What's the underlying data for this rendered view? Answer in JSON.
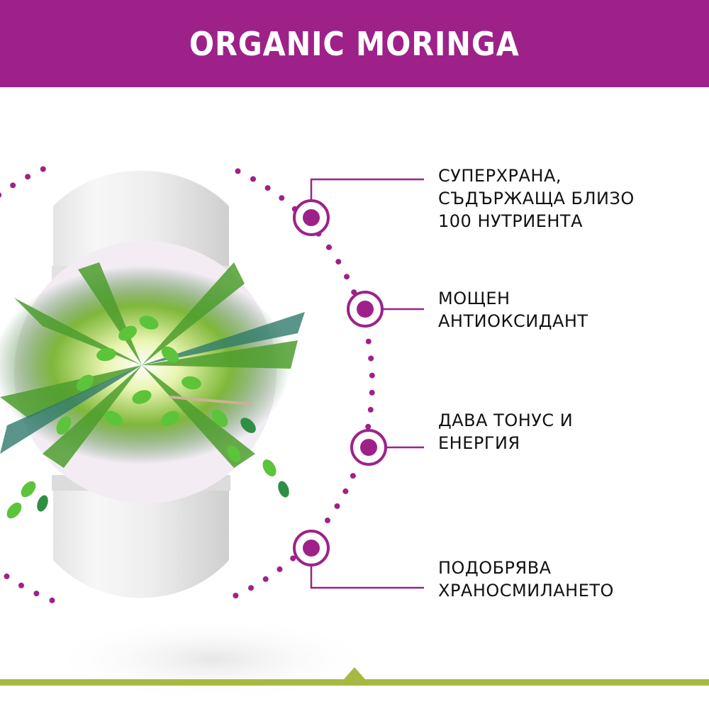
{
  "header": {
    "title": "ORGANIC MORINGA",
    "background_color": "#9e2189"
  },
  "colors": {
    "accent": "#9e2189",
    "ground_line": "#a8b941",
    "text": "#111111"
  },
  "illustration": {
    "capsule": "white-capsule",
    "burst": "moringa-leaves-burst-icon"
  },
  "benefits": [
    {
      "lines": [
        "СУПЕРХРАНА,",
        "СЪДЪРЖАЩА БЛИЗО",
        "100 НУТРИЕНТА"
      ]
    },
    {
      "lines": [
        "МОЩЕН",
        "АНТИОКСИДАНТ"
      ]
    },
    {
      "lines": [
        "ДАВА ТОНУС И",
        "ЕНЕРГИЯ"
      ]
    },
    {
      "lines": [
        "ПОДОБРЯВА",
        "ХРАНОСМИЛАНЕТО"
      ]
    }
  ]
}
